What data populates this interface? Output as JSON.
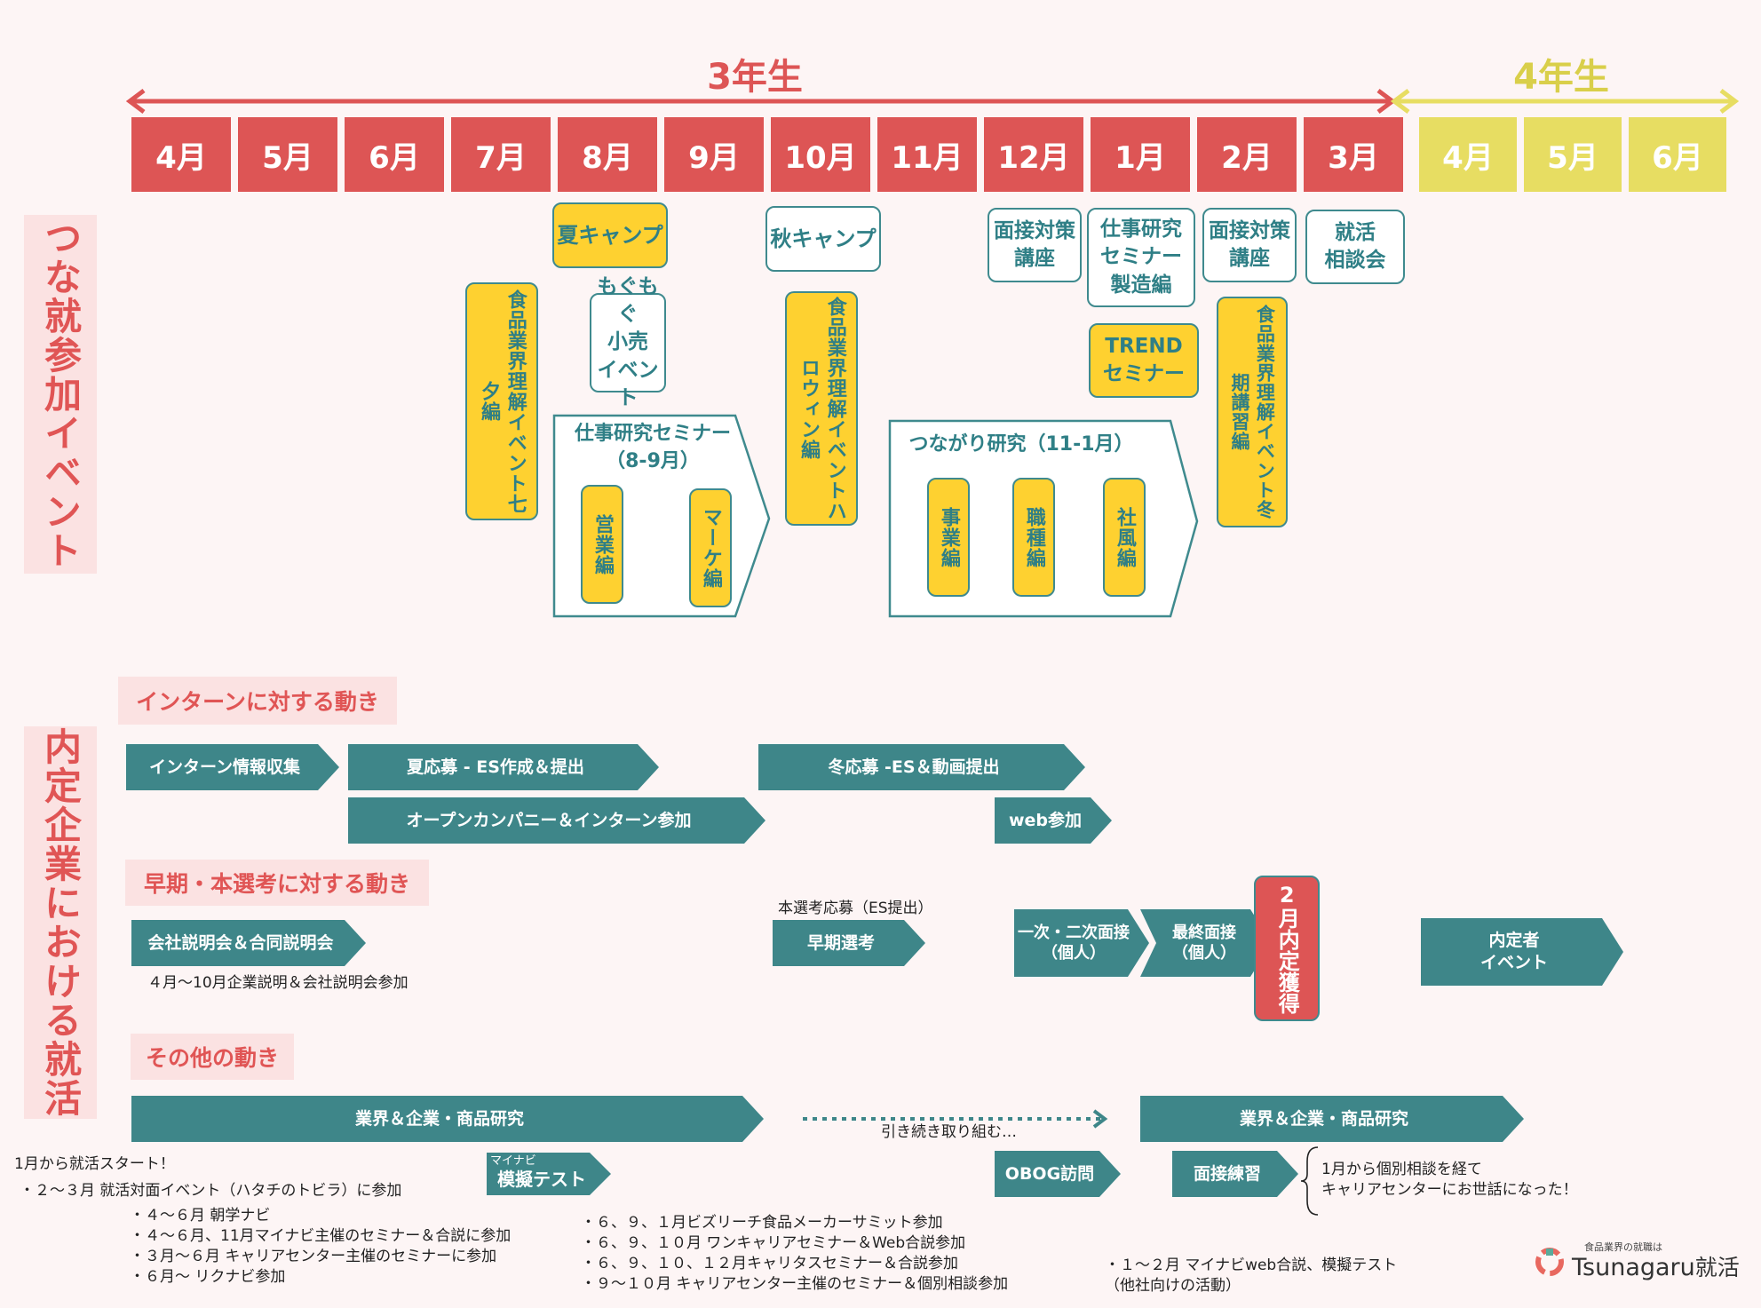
{
  "years": {
    "third": "3年生",
    "fourth": "4年生"
  },
  "months": [
    "4月",
    "5月",
    "6月",
    "7月",
    "8月",
    "9月",
    "10月",
    "11月",
    "12月",
    "1月",
    "2月",
    "3月",
    "4月",
    "5月",
    "6月"
  ],
  "sidebar": {
    "events_title": "つな就参加イベント",
    "activities_title": "内定企業における就活"
  },
  "events": {
    "summer_camp": "夏キャンプ",
    "autumn_camp": "秋キャンプ",
    "interview_1": "面接対策\n講座",
    "job_seminar_mfg": "仕事研究\nセミナー\n製造編",
    "interview_2": "面接対策\n講座",
    "consult": "就活\n相談会",
    "trend": "TREND\nセミナー",
    "mogumogu": "もぐもぐ\n小売\nイベント",
    "food_tanabata": "食品業界理解イベント七夕編",
    "food_halloween": "食品業界理解イベントハロウィン編",
    "food_winter": "食品業界理解イベント冬期講習編",
    "job_seminar_title": "仕事研究セミナー\n（8-9月）",
    "job_sales": "営業編",
    "job_marketing": "マーケ編",
    "tsunagari_title": "つながり研究（11-1月）",
    "tsunagari_business": "事業編",
    "tsunagari_occupation": "職種編",
    "tsunagari_culture": "社風編"
  },
  "sections": {
    "intern": "インターンに対する動き",
    "early": "早期・本選考に対する動き",
    "other": "その他の動き"
  },
  "intern": {
    "info": "インターン情報収集",
    "summer": "夏応募 - ES作成＆提出",
    "open": "オープンカンパニー＆インターン参加",
    "winter": "冬応募 -ES＆動画提出",
    "web": "web参加"
  },
  "early": {
    "briefing": "会社説明会＆合同説明会",
    "briefing_note": "４月〜10月企業説明＆会社説明会参加",
    "apply_note": "本選考応募（ES提出）",
    "early_selection": "早期選考",
    "interviews": "一次・二次面接\n（個人）",
    "final": "最終面接\n（個人）",
    "offer": "2月内定獲得",
    "offer_event": "内定者\nイベント"
  },
  "other": {
    "research_1": "業界＆企業・商品研究",
    "continue_note": "引き続き取り組む…",
    "research_2": "業界＆企業・商品研究",
    "mock_small": "マイナビ",
    "mock": "模擬テスト",
    "obog": "OBOG訪問",
    "practice": "面接練習",
    "consult_note": "1月から個別相談を経て\nキャリアセンターにお世話になった！"
  },
  "notes": {
    "start": "1月から就活スタート！",
    "event": "・２〜３月 就活対面イベント（ハタチのトビラ）に参加",
    "list_a": "・４〜６月 朝学ナビ\n・４〜６月、11月マイナビ主催のセミナー＆合説に参加\n・３月〜６月 キャリアセンター主催のセミナーに参加\n・６月〜 リクナビ参加",
    "list_b": "・６、９、１月ビズリーチ食品メーカーサミット参加\n・６、９、１０月 ワンキャリアセミナー＆Web合説参加\n・６、９、１０、１２月キャリタスセミナー＆合説参加\n・９〜１０月 キャリアセンター主催のセミナー＆個別相談参加",
    "list_c": "・１〜２月 マイナビweb合説、模擬テスト\n（他社向けの活動）"
  },
  "logo": {
    "small": "食品業界の就職は",
    "brand": "Tsunagaru",
    "suffix": "就活"
  },
  "colors": {
    "red": "#dd5555",
    "yellow": "#e7dd62",
    "teal": "#3e8689",
    "event_yellow": "#fed130"
  }
}
